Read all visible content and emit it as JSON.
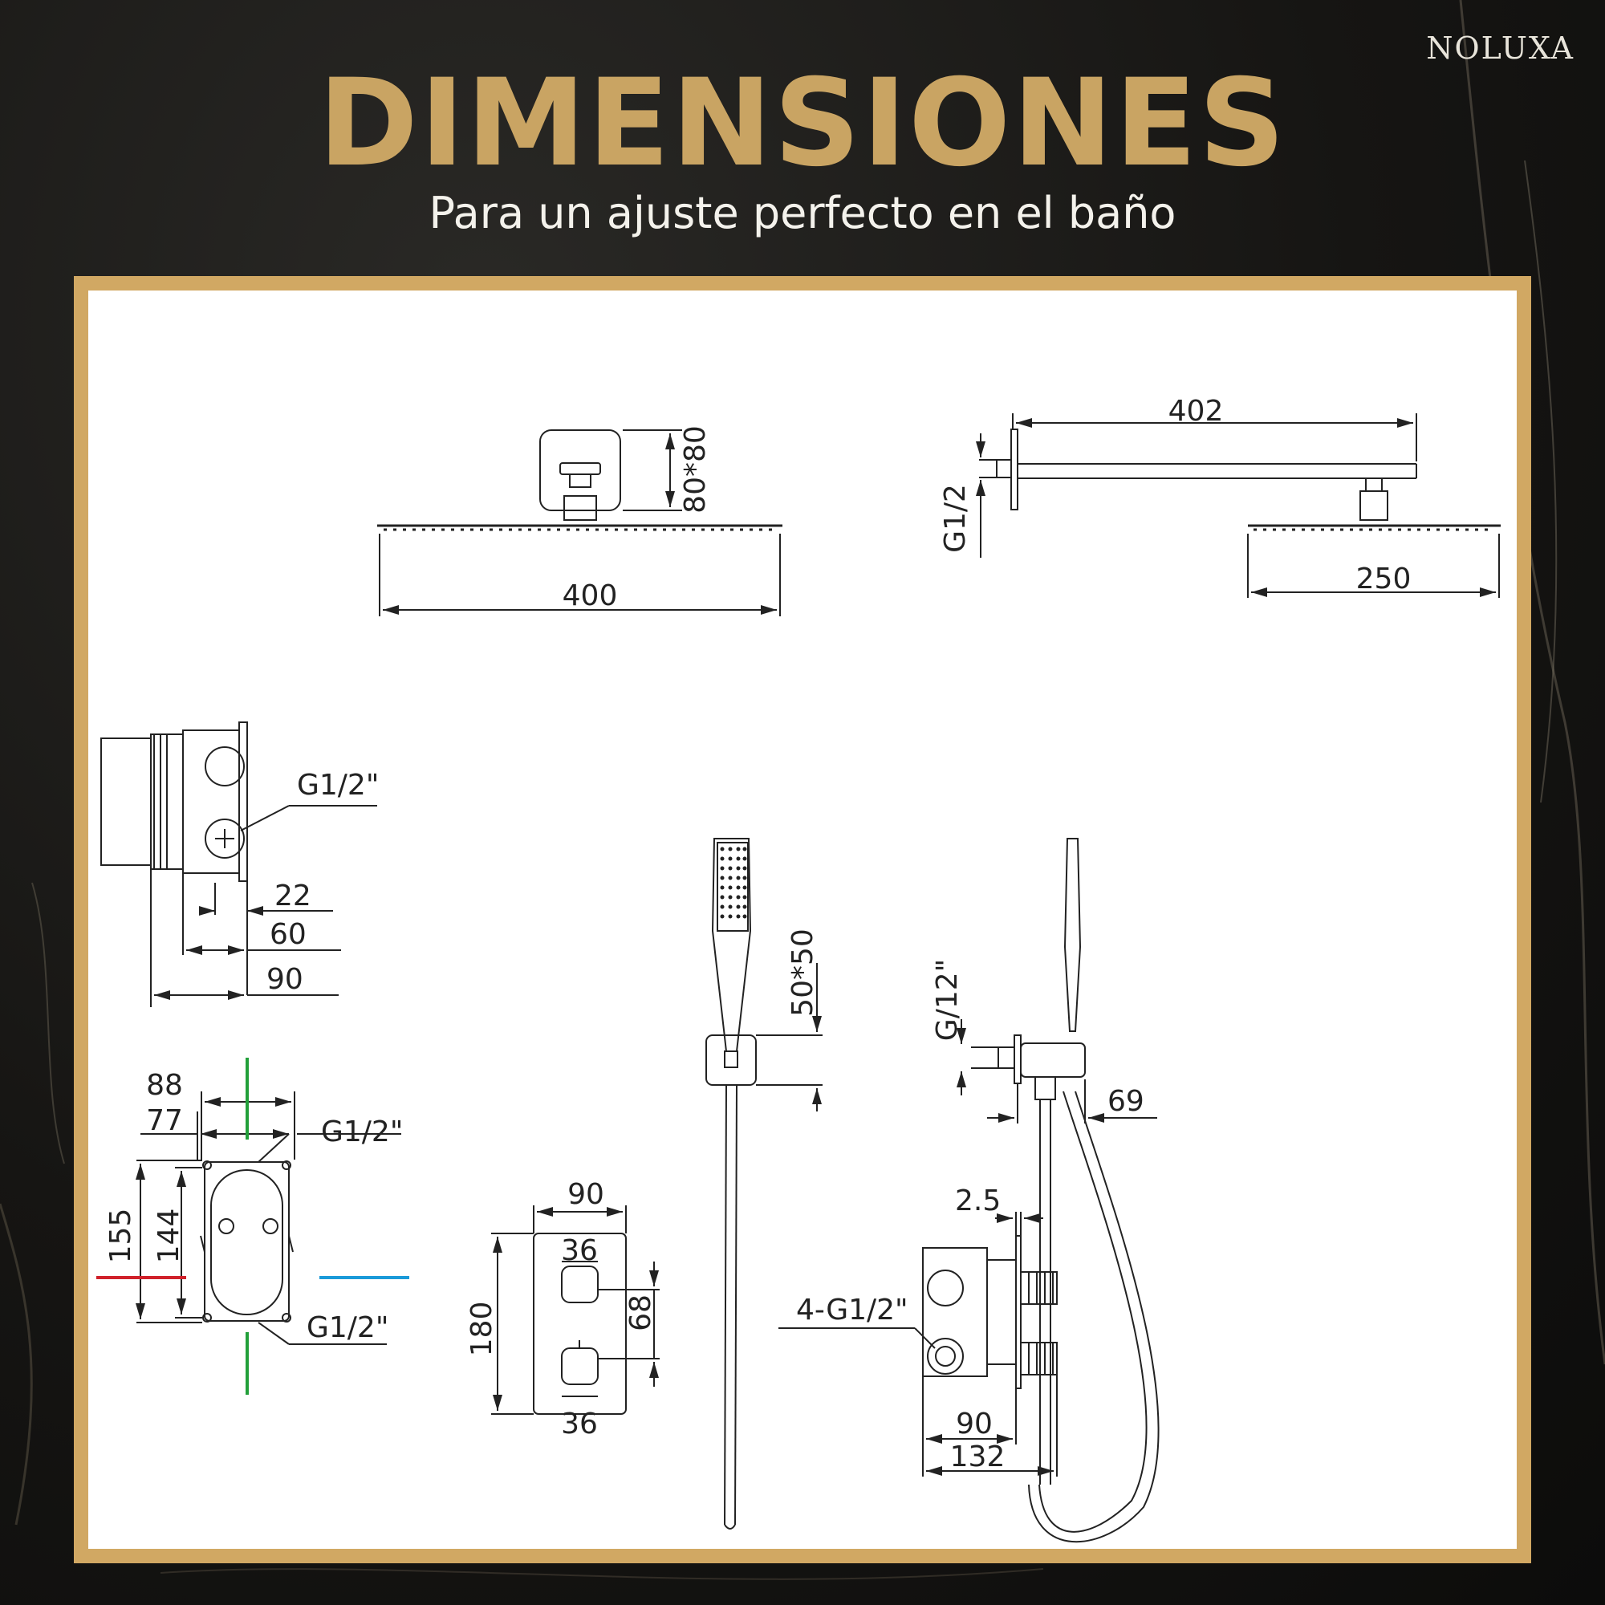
{
  "brand": {
    "name": "NOLUXA"
  },
  "header": {
    "title": "DIMENSIONES",
    "subtitle": "Para un ajuste perfecto en el baño"
  },
  "colors": {
    "title_gold": "#c9a463",
    "frame_gold": "#d1a863",
    "background": "#161513",
    "hot_line": "#d0202a",
    "cold_line": "#1a9ad9",
    "ground_line": "#22a03a"
  },
  "dimensions": {
    "shower_head_width": "400",
    "shower_head_flange": "80*80",
    "arm_length": "402",
    "arm_thread": "G1/2",
    "head_side_width": "250",
    "valve_thread_side": "G1/2\"",
    "valve_depth_22": "22",
    "valve_depth_60": "60",
    "valve_depth_90": "90",
    "box_width_88": "88",
    "box_width_77": "77",
    "box_thread_top": "G1/2\"",
    "box_thread_bottom": "G1/2\"",
    "box_height_155": "155",
    "box_height_144": "144",
    "plate_width": "90",
    "plate_height": "180",
    "knob_top": "36",
    "knob_bottom": "36",
    "knob_spacing": "68",
    "holder_size": "50*50",
    "holder_thread": "G/12\"",
    "holder_depth": "69",
    "plate_gap": "2.5",
    "outlets": "4-G1/2\"",
    "body_depth_90": "90",
    "body_depth_132": "132"
  }
}
